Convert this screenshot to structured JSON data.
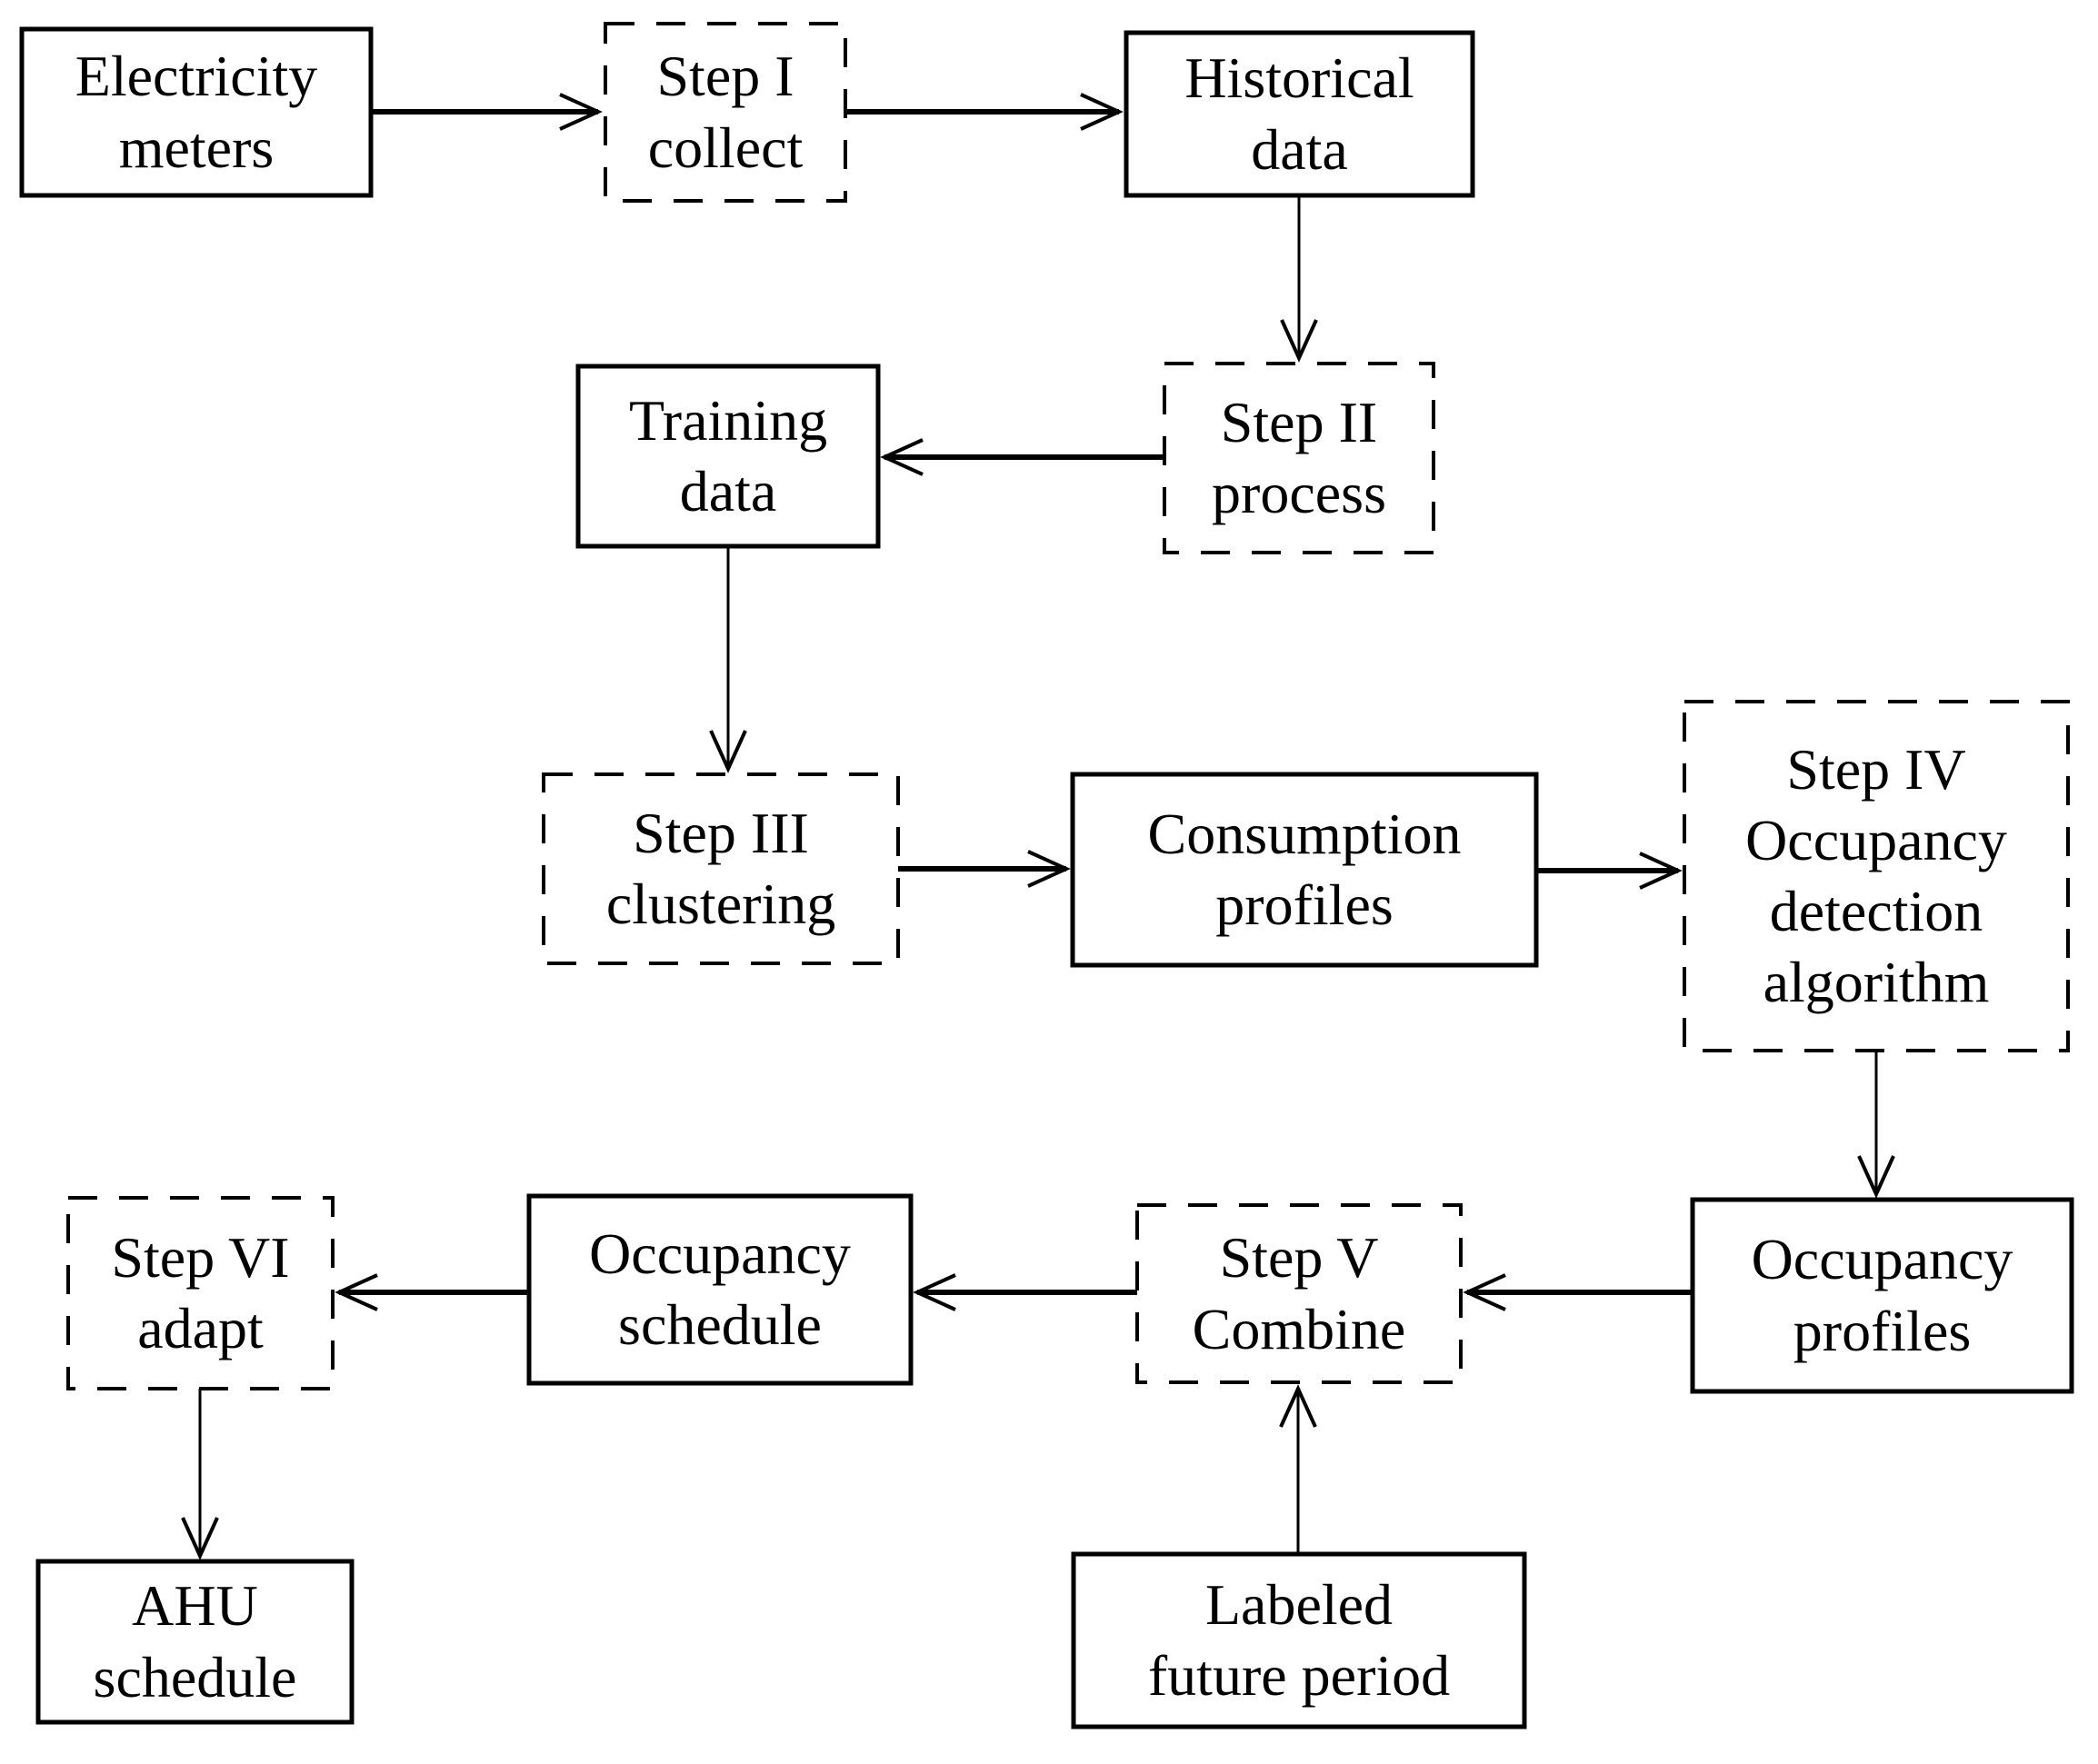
{
  "diagram": {
    "title": "Occupancy detection workflow flowchart",
    "colors": {
      "background": "#ffffff",
      "stroke": "#000000",
      "text": "#000000"
    },
    "nodes": [
      {
        "id": "electricity-meters",
        "label": "Electricity\nmeters",
        "style": "solid"
      },
      {
        "id": "step-1-collect",
        "label": "Step I\ncollect",
        "style": "dashed"
      },
      {
        "id": "historical-data",
        "label": "Historical\ndata",
        "style": "solid"
      },
      {
        "id": "step-2-process",
        "label": "Step II\nprocess",
        "style": "dashed"
      },
      {
        "id": "training-data",
        "label": "Training\ndata",
        "style": "solid"
      },
      {
        "id": "step-3-clustering",
        "label": "Step III\nclustering",
        "style": "dashed"
      },
      {
        "id": "consumption-profiles",
        "label": "Consumption\nprofiles",
        "style": "solid"
      },
      {
        "id": "step-4-occupancy-detection",
        "label": "Step IV\nOccupancy\ndetection\nalgorithm",
        "style": "dashed"
      },
      {
        "id": "occupancy-profiles",
        "label": "Occupancy\nprofiles",
        "style": "solid"
      },
      {
        "id": "step-5-combine",
        "label": "Step V\nCombine",
        "style": "dashed"
      },
      {
        "id": "occupancy-schedule",
        "label": "Occupancy\nschedule",
        "style": "solid"
      },
      {
        "id": "step-6-adapt",
        "label": "Step VI\nadapt",
        "style": "dashed"
      },
      {
        "id": "ahu-schedule",
        "label": "AHU\nschedule",
        "style": "solid"
      },
      {
        "id": "labeled-future-period",
        "label": "Labeled\nfuture period",
        "style": "solid"
      }
    ],
    "edges": [
      {
        "from": "electricity-meters",
        "to": "step-1-collect"
      },
      {
        "from": "step-1-collect",
        "to": "historical-data"
      },
      {
        "from": "historical-data",
        "to": "step-2-process"
      },
      {
        "from": "step-2-process",
        "to": "training-data"
      },
      {
        "from": "training-data",
        "to": "step-3-clustering"
      },
      {
        "from": "step-3-clustering",
        "to": "consumption-profiles"
      },
      {
        "from": "consumption-profiles",
        "to": "step-4-occupancy-detection"
      },
      {
        "from": "step-4-occupancy-detection",
        "to": "occupancy-profiles"
      },
      {
        "from": "occupancy-profiles",
        "to": "step-5-combine"
      },
      {
        "from": "labeled-future-period",
        "to": "step-5-combine"
      },
      {
        "from": "step-5-combine",
        "to": "occupancy-schedule"
      },
      {
        "from": "occupancy-schedule",
        "to": "step-6-adapt"
      },
      {
        "from": "step-6-adapt",
        "to": "ahu-schedule"
      }
    ]
  }
}
